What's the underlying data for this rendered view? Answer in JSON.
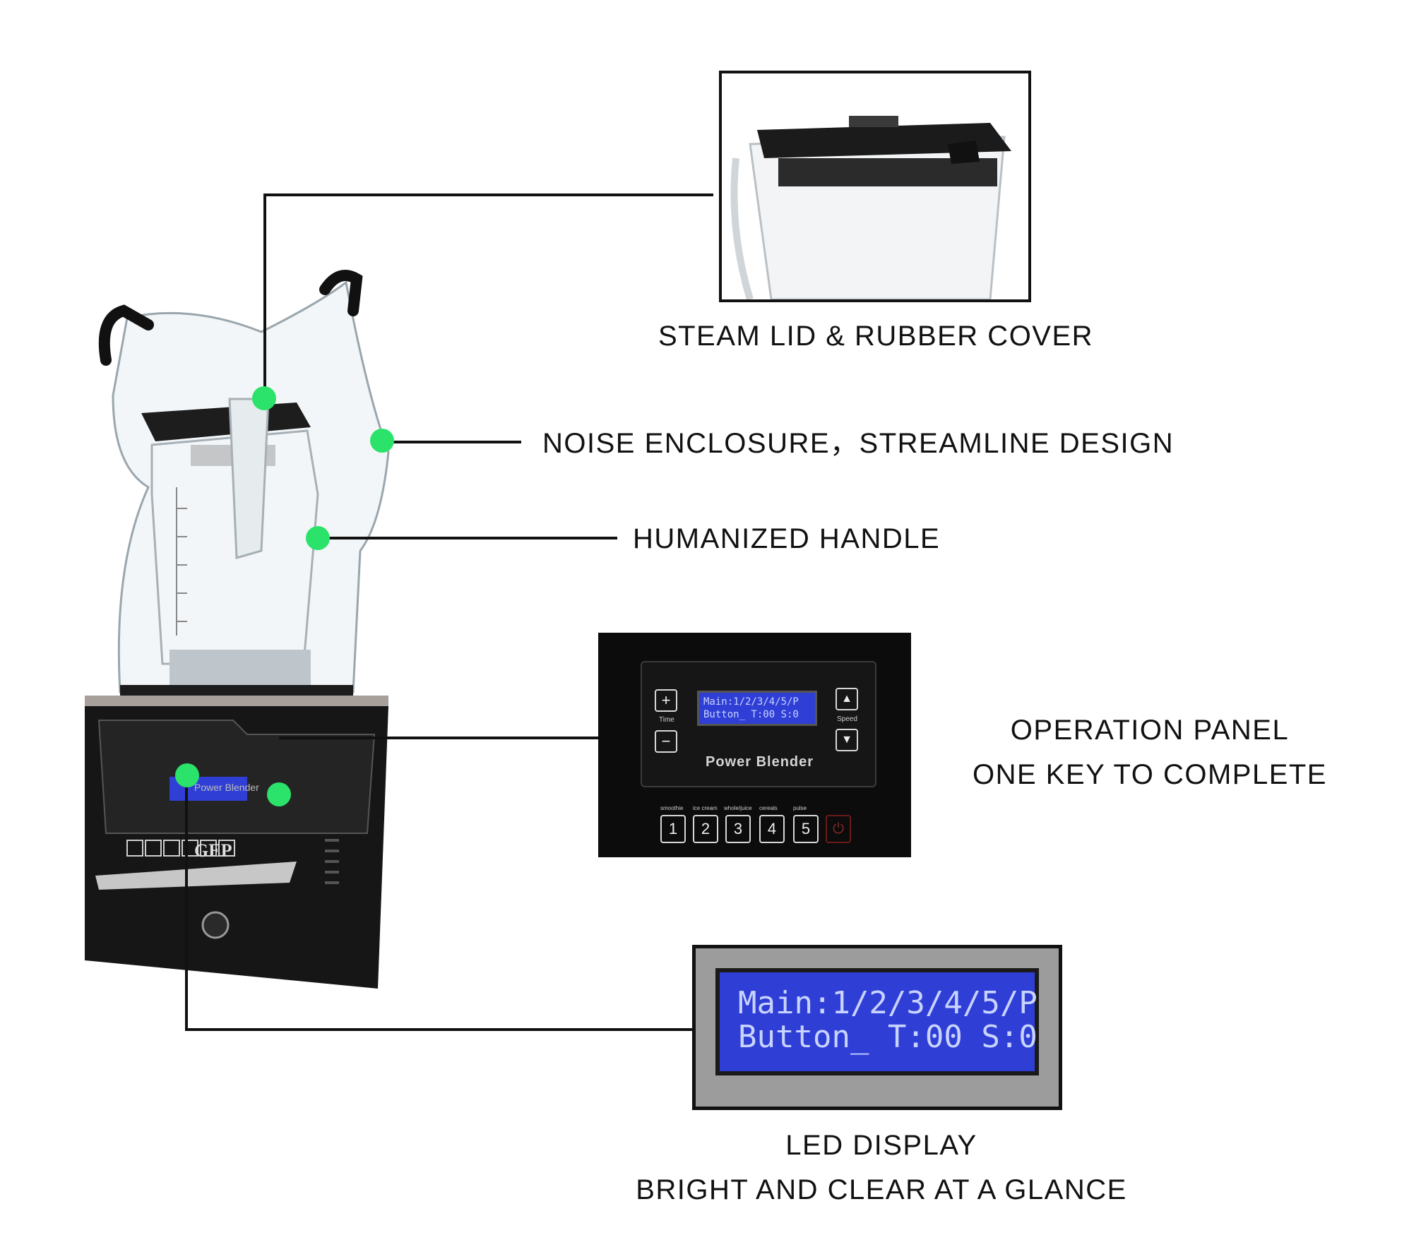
{
  "captions": {
    "lid": "STEAM LID & RUBBER COVER",
    "enclosure": "NOISE ENCLOSURE，STREAMLINE DESIGN",
    "handle": "HUMANIZED HANDLE",
    "panel_line1": "OPERATION PANEL",
    "panel_line2": "ONE KEY TO COMPLETE",
    "led_line1": "LED DISPLAY",
    "led_line2": "BRIGHT AND CLEAR AT A GLANCE"
  },
  "lcd": {
    "line1": "Main:1/2/3/4/5/P",
    "line2": "Button_ T:00 S:0"
  },
  "panel": {
    "brand_text": "Power Blender",
    "time_label": "Time",
    "speed_label": "Speed",
    "plus": "+",
    "minus": "−",
    "up": "▲",
    "down": "▼",
    "buttons": [
      "1",
      "2",
      "3",
      "4",
      "5"
    ],
    "button_labels": [
      "smoothie",
      "ice cream",
      "whole/juice",
      "cereals",
      "pulse"
    ]
  },
  "logo": "GEP",
  "colors": {
    "marker": "#2be36a",
    "lcd_bg": "#2f3fd6",
    "body": "#141414"
  }
}
